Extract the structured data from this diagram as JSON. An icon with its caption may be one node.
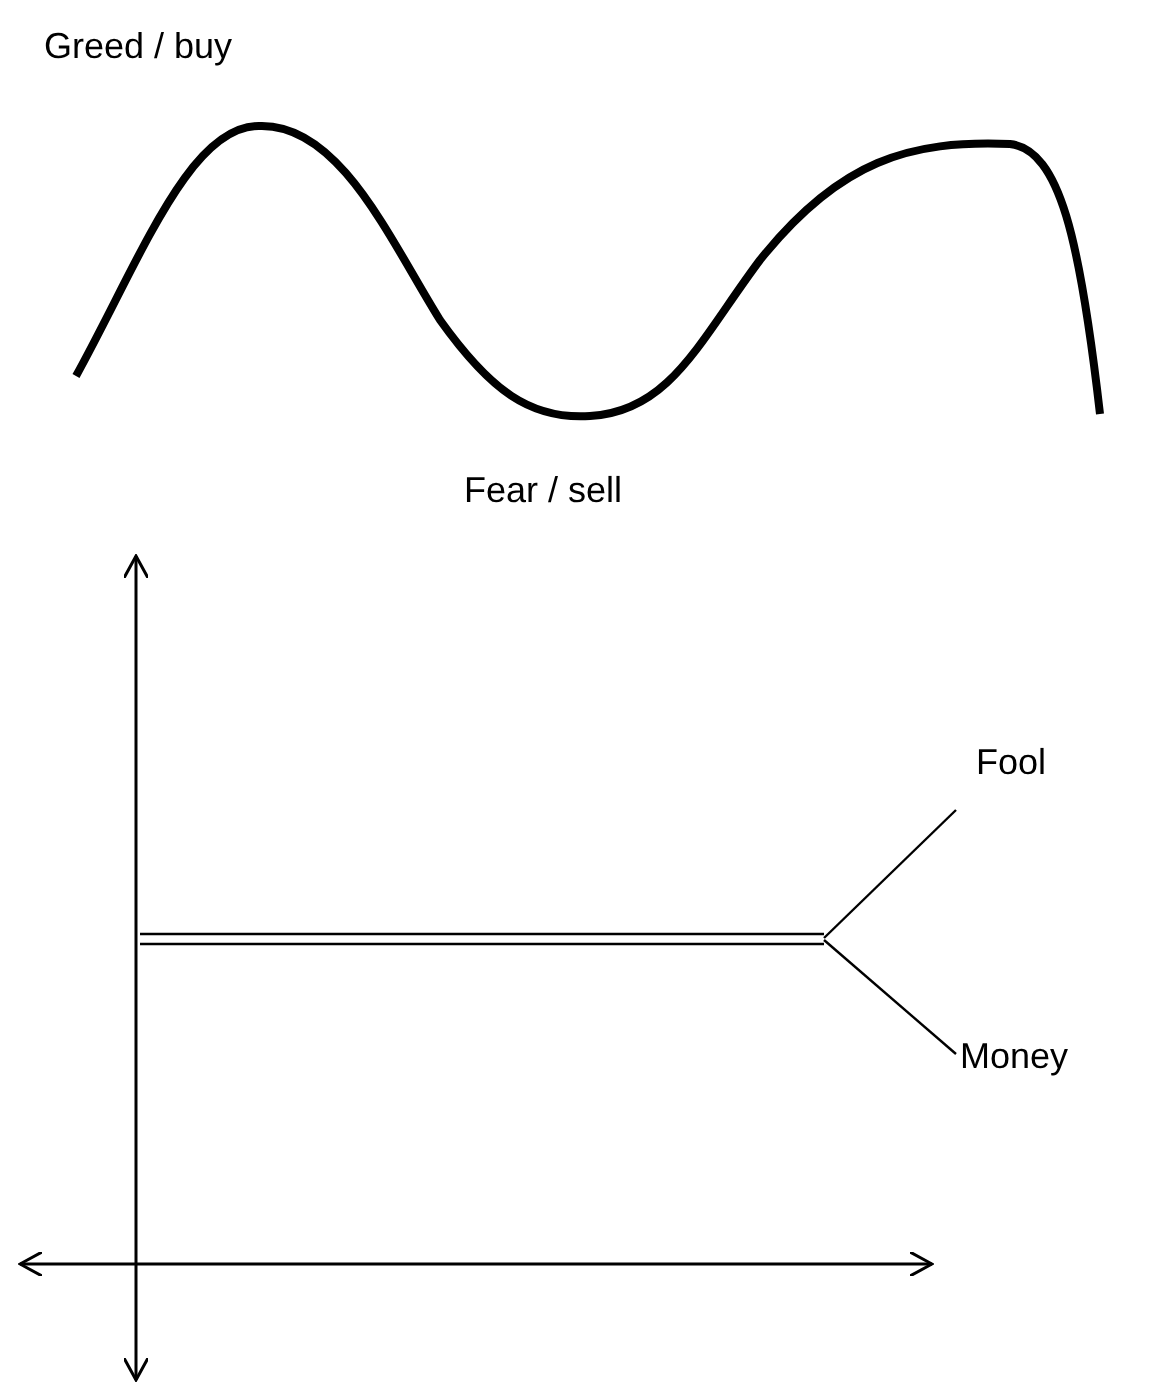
{
  "diagram": {
    "labels": [
      "Greed / buy",
      "Fear / sell",
      "Fool",
      "Money"
    ]
  }
}
